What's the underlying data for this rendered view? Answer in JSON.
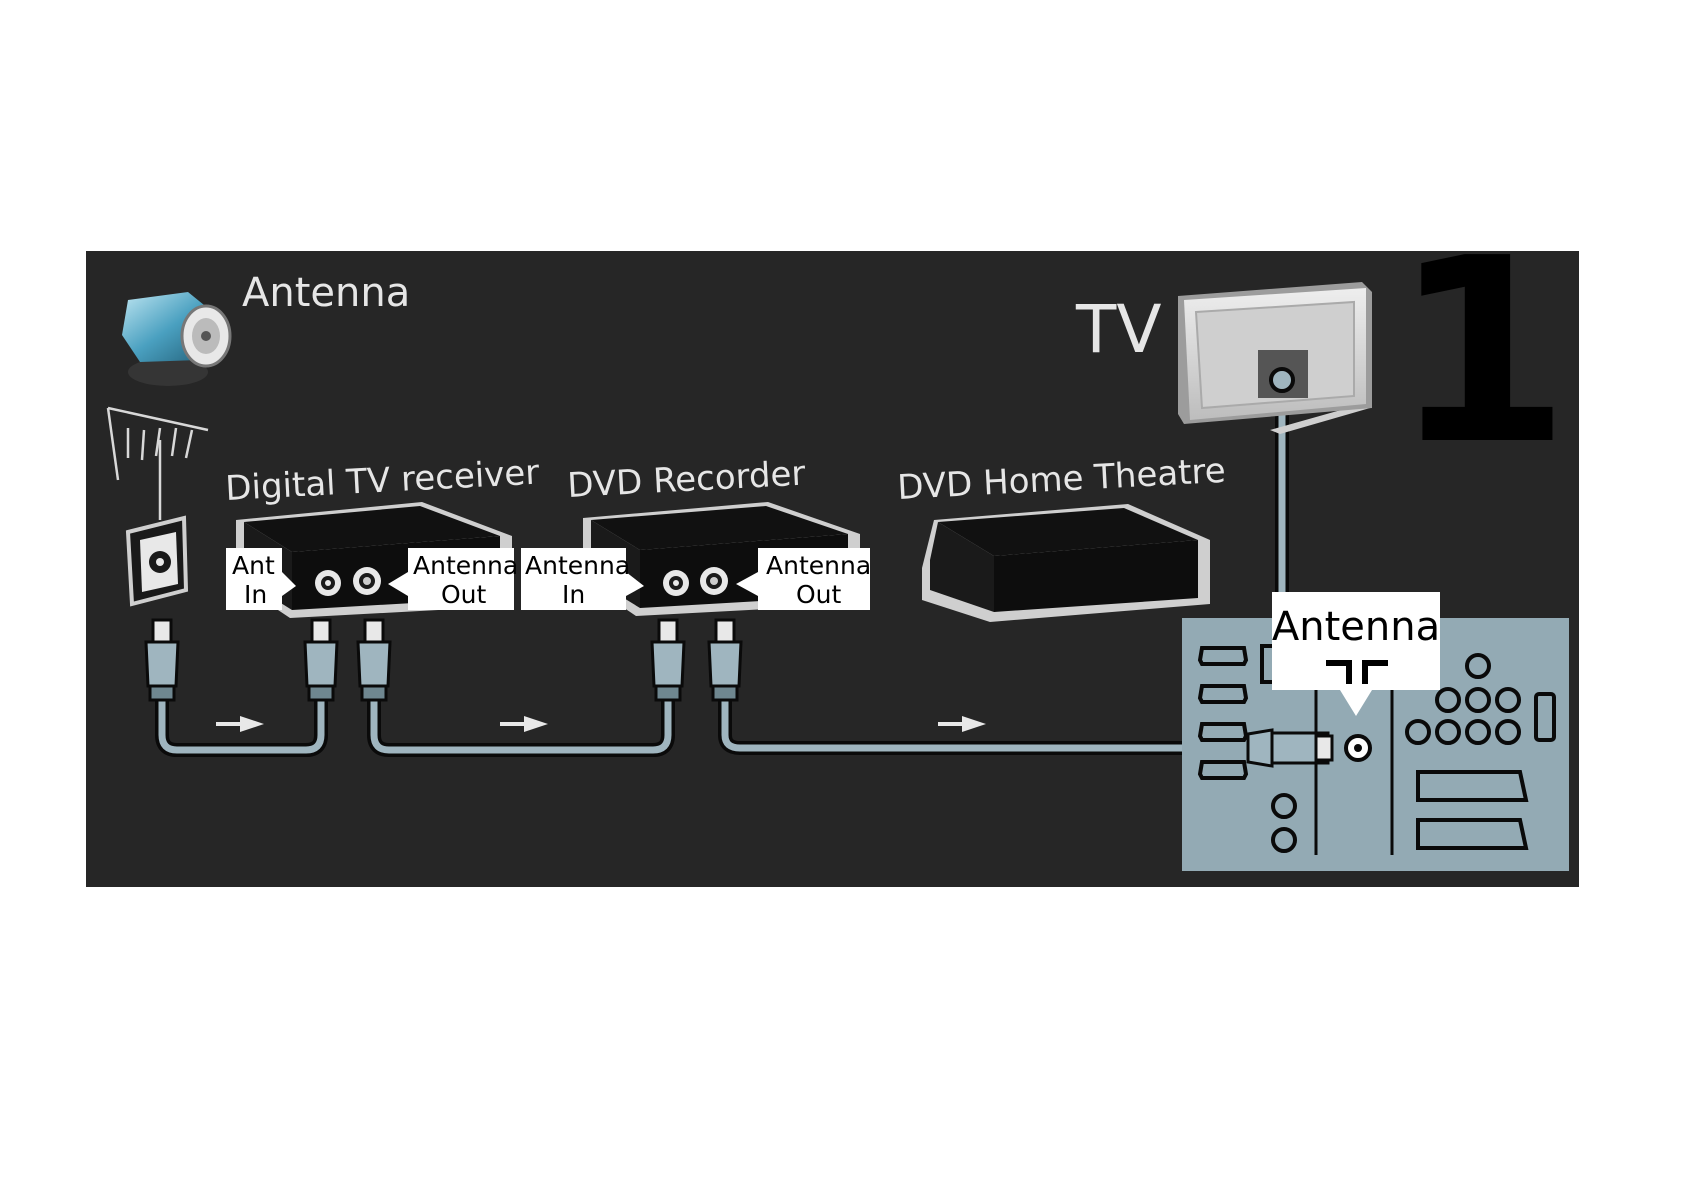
{
  "page_number": "1",
  "labels": {
    "antenna": "Antenna",
    "tv": "TV",
    "digital_tv_receiver": "Digital TV receiver",
    "dvd_recorder": "DVD Recorder",
    "dvd_home_theatre": "DVD  Home Theatre",
    "tv_antenna_port": "Antenna"
  },
  "ports": {
    "receiver_in_line1": "Ant",
    "receiver_in_line2": "In",
    "receiver_out_line1": "Antenna",
    "receiver_out_line2": "Out",
    "recorder_in_line1": "Antenna",
    "recorder_in_line2": "In",
    "recorder_out_line1": "Antenna",
    "recorder_out_line2": "Out"
  },
  "colors": {
    "panel": "#262626",
    "cable": "#9fb5bf",
    "tv_panel": "#93aab4",
    "label_bg": "#ffffff",
    "text_light": "#e6e6e6"
  }
}
